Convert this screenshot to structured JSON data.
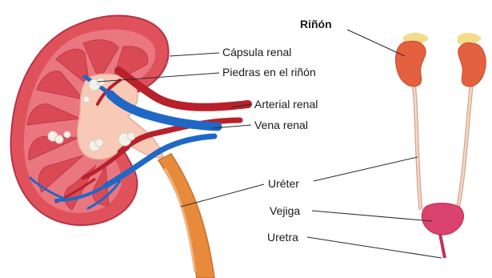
{
  "labels": {
    "rinon": "Riñón",
    "capsula_renal": "Cápsula renal",
    "piedras": "Piedras en el riñón",
    "arterial_renal": "Arterial renal",
    "vena_renal": "Vena renal",
    "ureter": "Uréter",
    "vejiga": "Vejiga",
    "uretra": "Uretra"
  },
  "colors": {
    "cortex": "#e0525b",
    "cortex_dark": "#c23a48",
    "pyramid": "#d94a55",
    "pelvis": "#f7c9b6",
    "artery": "#b8202a",
    "vein": "#1f68c6",
    "ureter": "#e78a3c",
    "adrenal": "#f2dc8c",
    "stone": "#f4f1e8",
    "bladder": "#d9436e"
  },
  "icons": {
    "kidney": "kidney-cross-section-illustration",
    "urinary_system": "urinary-system-illustration"
  }
}
